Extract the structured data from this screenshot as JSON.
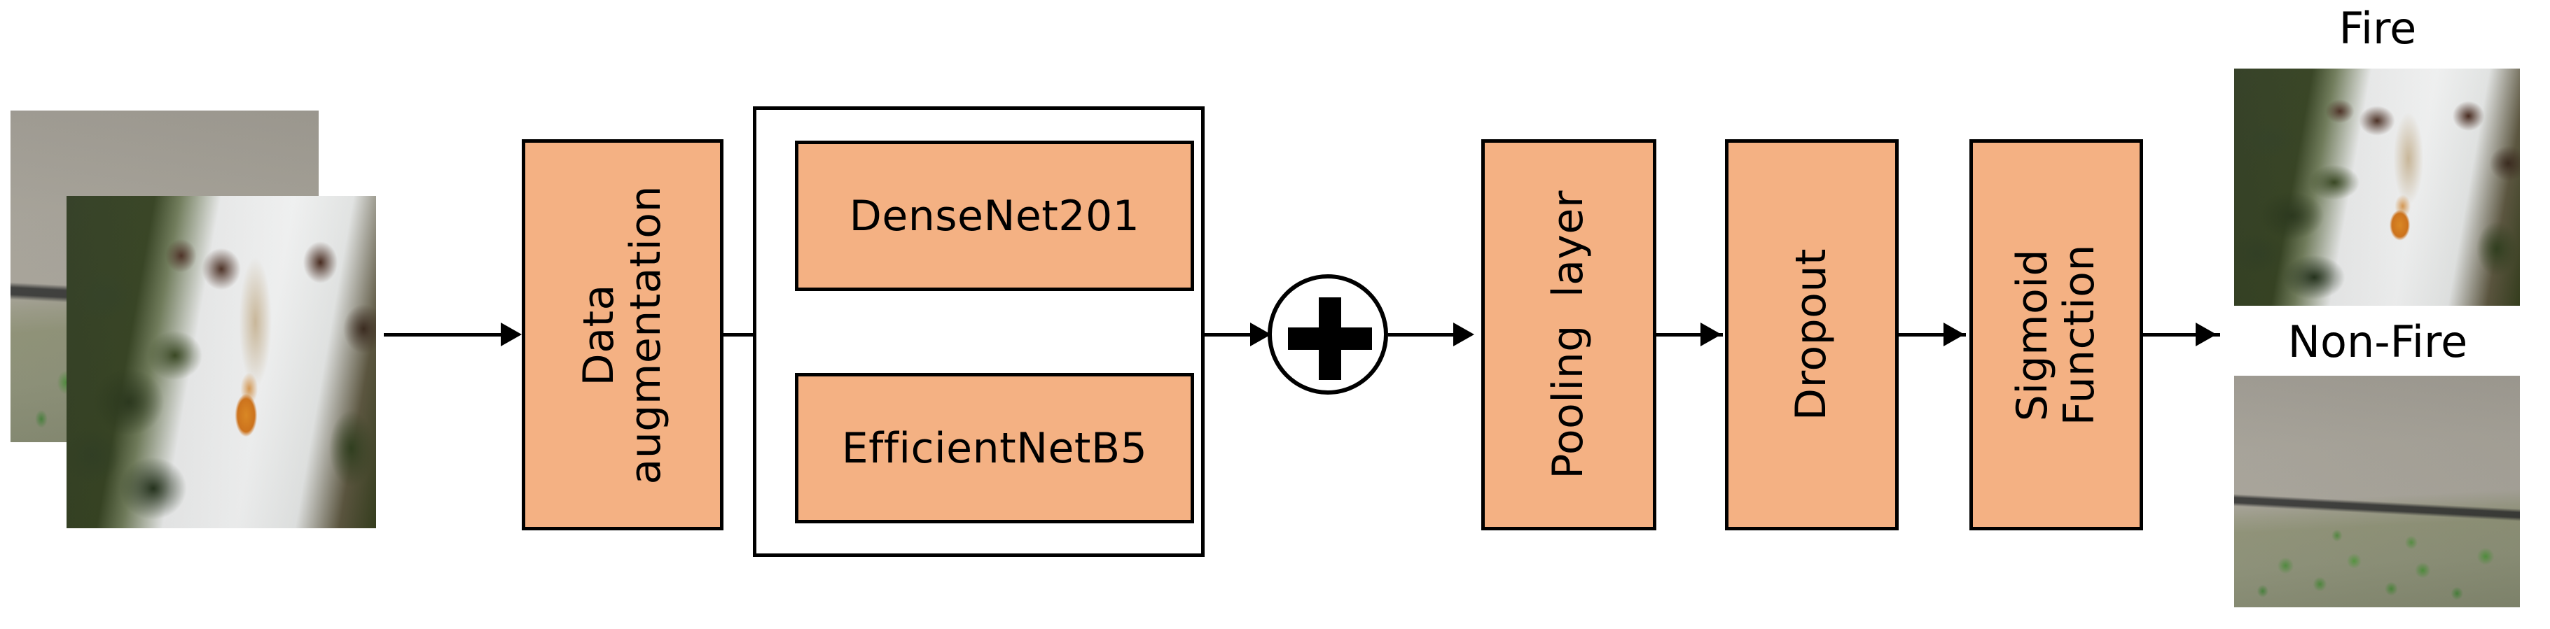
{
  "diagram": {
    "title": "Fire / Non-Fire classification model architecture",
    "accent_color": "#F4B183",
    "stroke_color": "#000000",
    "background_color": "#FFFFFF"
  },
  "input": {
    "back_image_alt": "aerial non-fire landscape photo",
    "front_image_alt": "aerial forest fire photo"
  },
  "stages": [
    {
      "id": "data-augmentation",
      "label": "Data\naugmentation",
      "orientation": "vertical"
    },
    {
      "id": "pooling-layer",
      "label": "Pooling  layer",
      "orientation": "vertical"
    },
    {
      "id": "dropout",
      "label": "Dropout",
      "orientation": "vertical"
    },
    {
      "id": "sigmoid-function",
      "label": "Sigmoid\nFunction",
      "orientation": "vertical"
    }
  ],
  "backbones": {
    "group_label": "",
    "models": [
      {
        "id": "densenet201",
        "label": "DenseNet201"
      },
      {
        "id": "efficientnetb5",
        "label": "EfficientNetB5"
      }
    ]
  },
  "fusion": {
    "id": "concat-add",
    "symbol": "+",
    "symbol_name": "plus-icon"
  },
  "outputs": [
    {
      "id": "fire",
      "label": "Fire",
      "image_alt": "aerial forest fire photo"
    },
    {
      "id": "non-fire",
      "label": "Non-Fire",
      "image_alt": "aerial non-fire landscape photo"
    }
  ],
  "arrows": [
    {
      "from": "input",
      "to": "data-augmentation"
    },
    {
      "from": "data-augmentation",
      "to": "backbones"
    },
    {
      "from": "backbones",
      "to": "concat-add"
    },
    {
      "from": "concat-add",
      "to": "pooling-layer"
    },
    {
      "from": "pooling-layer",
      "to": "dropout"
    },
    {
      "from": "dropout",
      "to": "sigmoid-function"
    },
    {
      "from": "sigmoid-function",
      "to": "outputs"
    }
  ]
}
